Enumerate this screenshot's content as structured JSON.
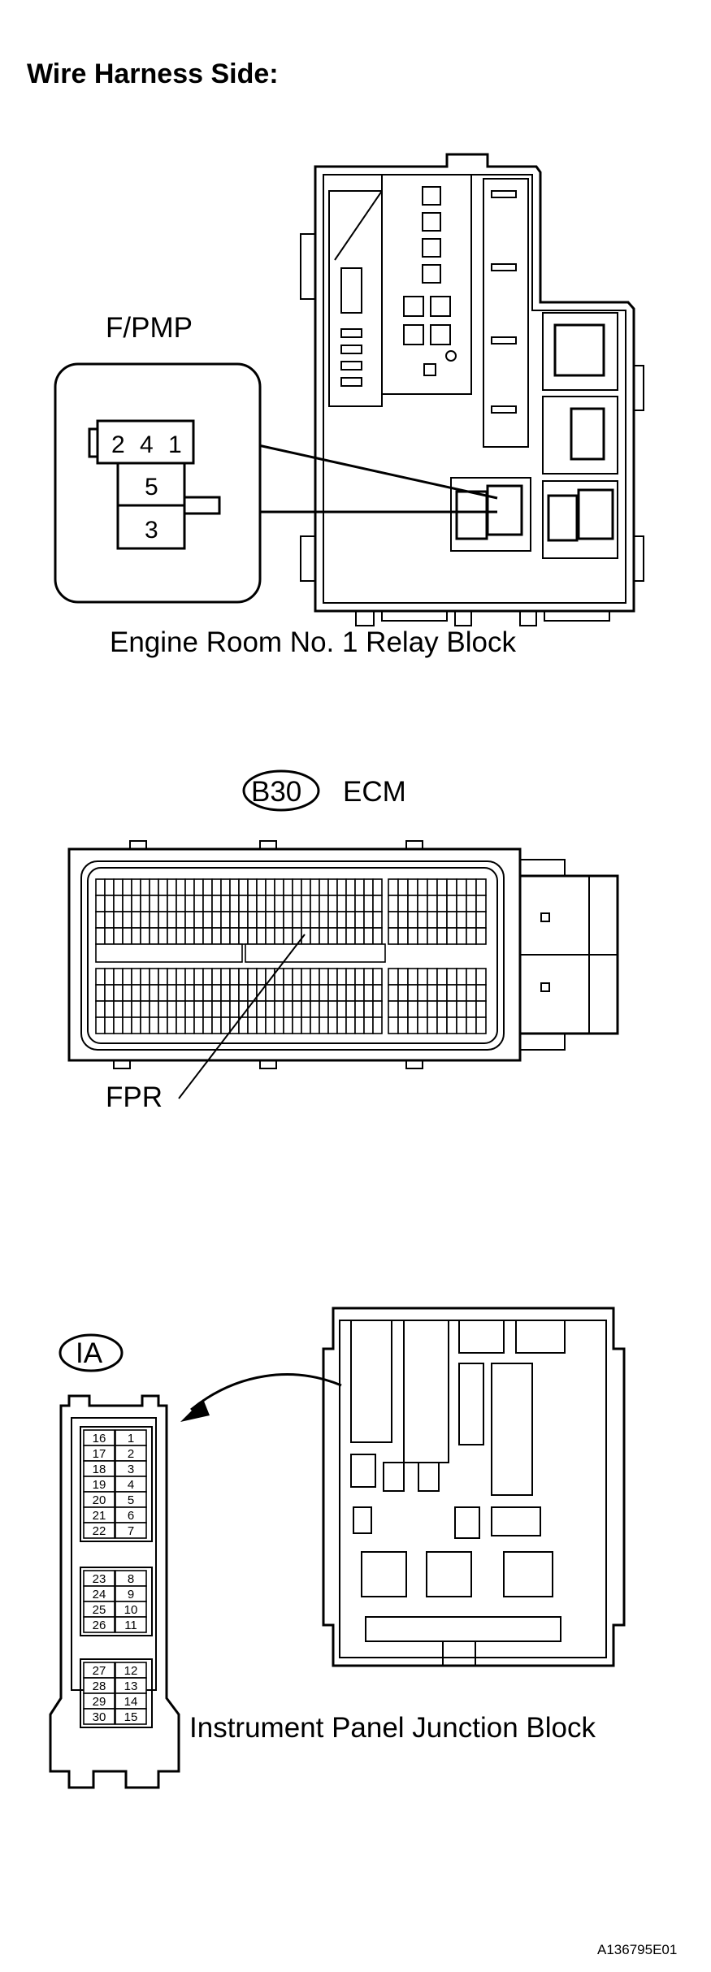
{
  "heading": "Wire Harness Side:",
  "relay_block": {
    "caption": "Engine Room No. 1 Relay Block",
    "connector_label": "F/PMP",
    "terminals": [
      "2",
      "4",
      "1",
      "5",
      "3"
    ]
  },
  "ecm": {
    "connector_code": "B30",
    "name": "ECM",
    "terminal_label": "FPR"
  },
  "junction_block": {
    "caption": "Instrument Panel Junction Block",
    "connector_code": "IA",
    "pins": [
      [
        "16",
        "1"
      ],
      [
        "17",
        "2"
      ],
      [
        "18",
        "3"
      ],
      [
        "19",
        "4"
      ],
      [
        "20",
        "5"
      ],
      [
        "21",
        "6"
      ],
      [
        "22",
        "7"
      ],
      [
        "23",
        "8"
      ],
      [
        "24",
        "9"
      ],
      [
        "25",
        "10"
      ],
      [
        "26",
        "11"
      ],
      [
        "27",
        "12"
      ],
      [
        "28",
        "13"
      ],
      [
        "29",
        "14"
      ],
      [
        "30",
        "15"
      ]
    ]
  },
  "figure_code": "A136795E01"
}
